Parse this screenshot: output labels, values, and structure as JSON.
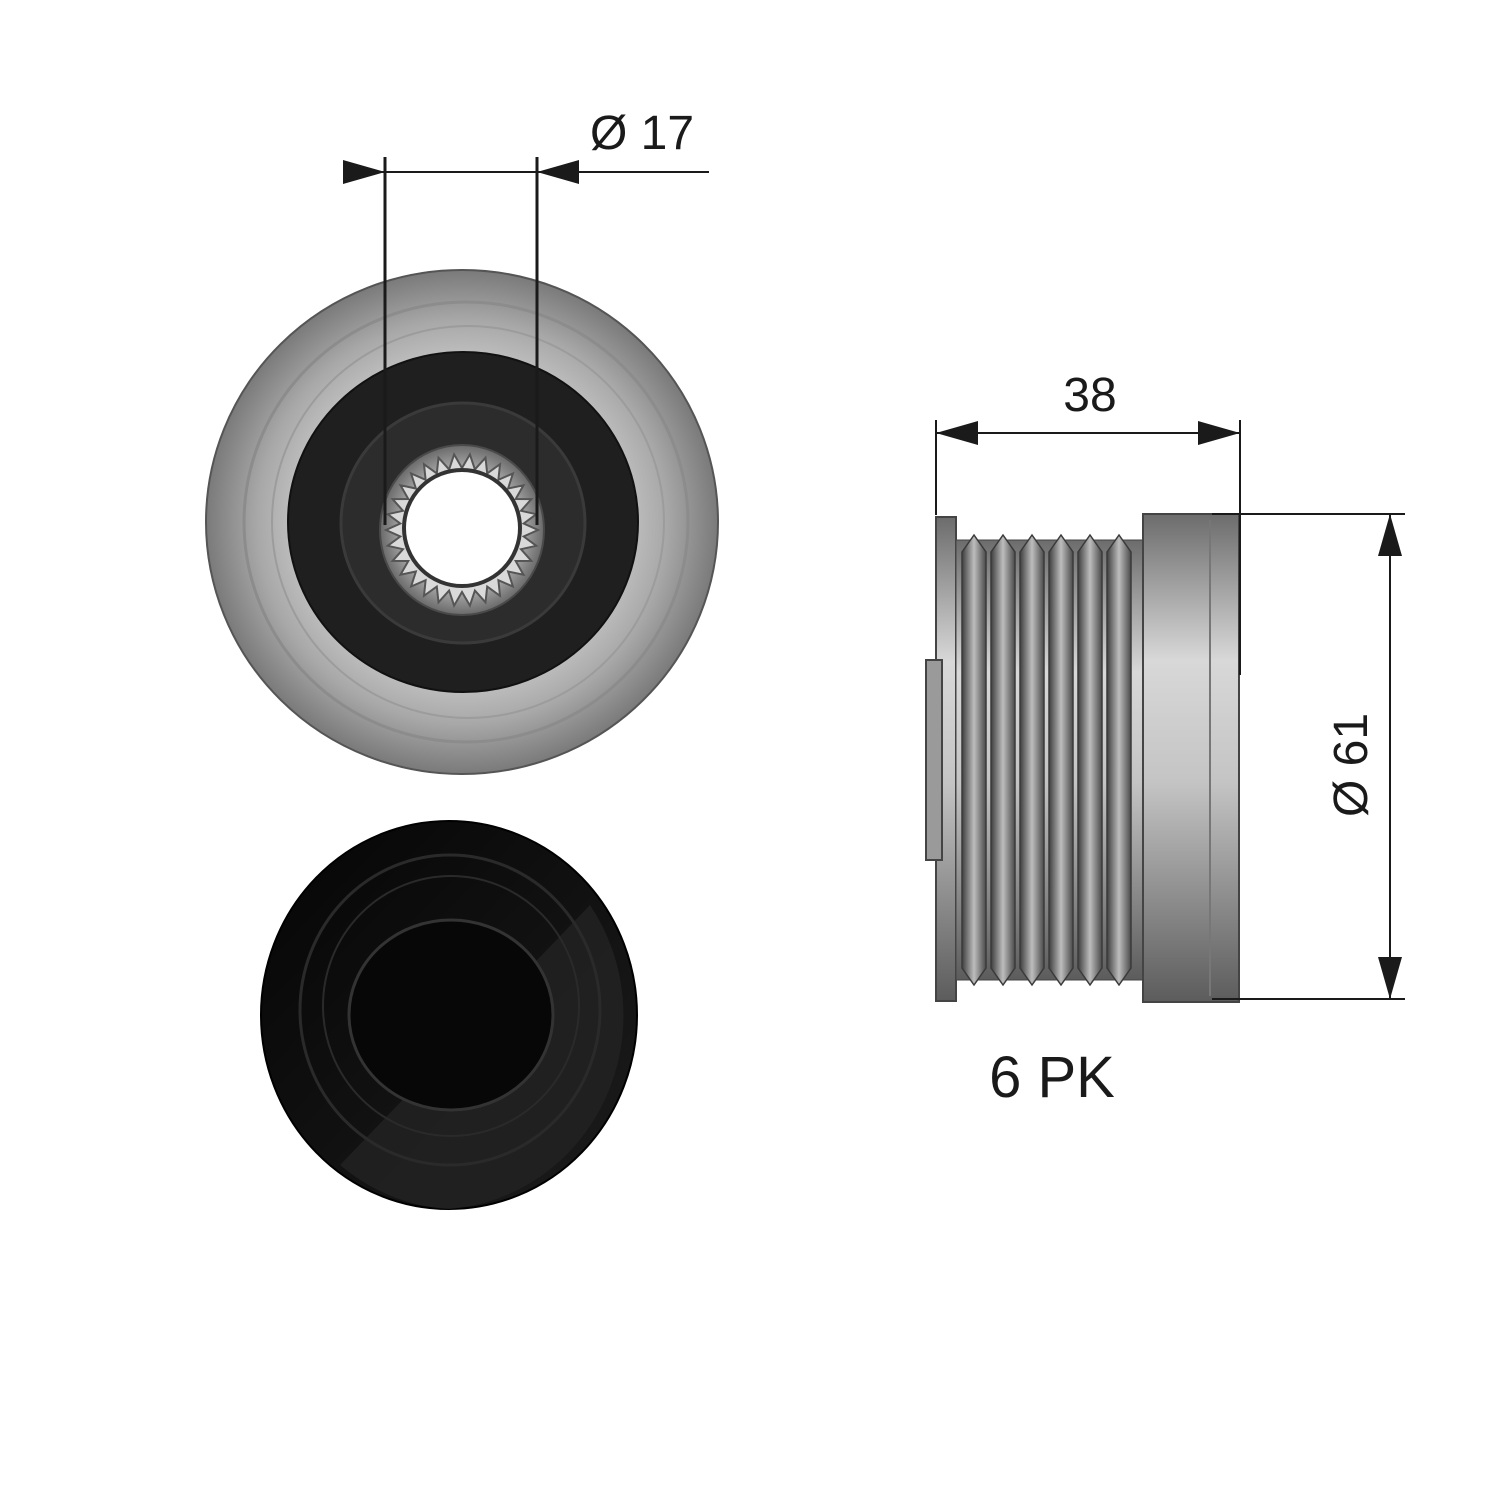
{
  "dimensions": {
    "bore_diameter": "Ø 17",
    "width": "38",
    "outer_diameter": "Ø 61"
  },
  "profile_label": "6 PK",
  "colors": {
    "metal_light": "#d6d6d6",
    "metal_mid": "#9a9a9a",
    "metal_dark": "#5a5a5a",
    "rubber": "#1e1e1e",
    "cap": "#0d0d0d",
    "line": "#1a1a1a"
  }
}
